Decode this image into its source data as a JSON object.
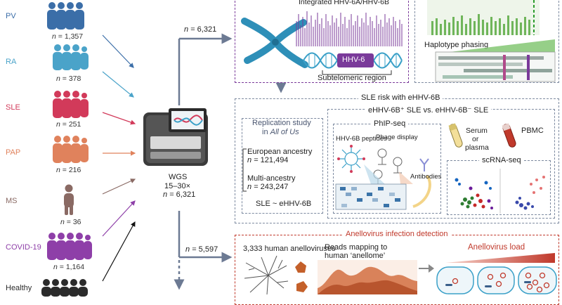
{
  "cohorts": [
    {
      "id": "pv",
      "label": "PV",
      "n_prefix": "n",
      "n_value": "= 1,357",
      "color": "#3b6ea8"
    },
    {
      "id": "ra",
      "label": "RA",
      "n_prefix": "n",
      "n_value": "= 378",
      "color": "#4aa3c9"
    },
    {
      "id": "sle",
      "label": "SLE",
      "n_prefix": "n",
      "n_value": "= 251",
      "color": "#d23a5a"
    },
    {
      "id": "pap",
      "label": "PAP",
      "n_prefix": "n",
      "n_value": "= 216",
      "color": "#e0825c"
    },
    {
      "id": "ms",
      "label": "MS",
      "n_prefix": "n",
      "n_value": "= 36",
      "color": "#8a6a64"
    },
    {
      "id": "covid",
      "label": "COVID-19",
      "n_prefix": "n",
      "n_value": "= 1,164",
      "color": "#8e3fa8"
    },
    {
      "id": "healthy",
      "label": "Healthy",
      "n_prefix": "",
      "n_value": "",
      "color": "#2b2b2b"
    }
  ],
  "wgs": {
    "title": "WGS",
    "coverage": "15–30×",
    "n_prefix": "n",
    "n_value": "= 6,321"
  },
  "branch_top": {
    "n_prefix": "n",
    "n_value": "= 6,321"
  },
  "branch_bottom": {
    "n_prefix": "n",
    "n_value": "= 5,597"
  },
  "integration": {
    "title": "Integrated HHV-6A/HHV-6B",
    "gene_label": "HHV-6",
    "region_label": "Subtelomeric region"
  },
  "haplotype": {
    "label": "Haplotype phasing"
  },
  "sle_risk": {
    "title": "SLE risk with eHHV-6B",
    "comparison": "eHHV-6B⁺ SLE vs. eHHV-6B⁻ SLE",
    "replication_title_1": "Replication study",
    "replication_title_2_prefix": "in ",
    "replication_title_2_italic": "All of Us",
    "european": "European ancestry",
    "european_n_prefix": "n",
    "european_n_value": "= 121,494",
    "multi": "Multi-ancestry",
    "multi_n_prefix": "n",
    "multi_n_value": "= 243,247",
    "assoc": "SLE ~ eHHV-6B",
    "phip_title": "PhIP-seq",
    "peptides": "HHV-6B peptides",
    "phage": "Phage display",
    "antibodies": "Antibodies",
    "serum": "Serum or plasma",
    "serum_line1": "Serum",
    "serum_line2": "or",
    "serum_line3": "plasma",
    "pbmc": "PBMC",
    "scrna": "scRNA-seq"
  },
  "anello": {
    "title": "Anellovirus infection detection",
    "count": "3,333 human anelloviruses",
    "reads_line1": "Reads mapping to",
    "reads_line2": "human ‘anellome’",
    "load": "Anellovirus load"
  },
  "colors": {
    "purple": "#7a3a9a",
    "blue_gray": "#7d8aa0",
    "red": "#c0392b",
    "dna": "#3aa0c8",
    "chromosome": "#2e8fb8"
  }
}
